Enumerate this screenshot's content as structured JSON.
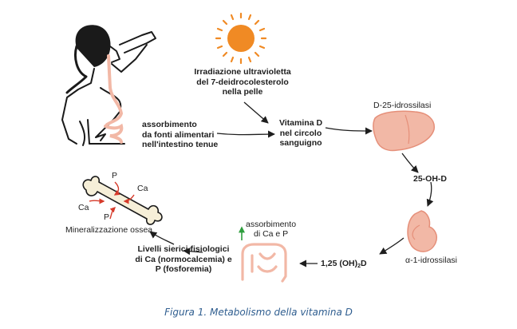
{
  "diagram": {
    "uv_irradiation": [
      "Irradiazione ultravioletta",
      "del 7-deidrocolesterolo",
      "nella pelle"
    ],
    "dietary_absorption": [
      "assorbimento",
      "da fonti alimentari",
      "nell'intestino tenue"
    ],
    "vitamin_d_blood": [
      "Vitamina D",
      "nel circolo",
      "sanguigno"
    ],
    "liver_enzyme": "D-25-idrossilasi",
    "metabolite_25oh": "25-OH-D",
    "kidney_enzyme": "α-1-idrossilasi",
    "metabolite_125oh": {
      "prefix": "1,25 (OH)",
      "sub": "2",
      "suffix": "D"
    },
    "gut_absorption": [
      "assorbimento",
      "di Ca e P"
    ],
    "serum_levels": [
      "Livelli sierici fisiologici",
      "di Ca (normocalcemia) e",
      "P (fosforemia)"
    ],
    "bone_mineralization": "Mineralizzazione ossea",
    "bone_ions": {
      "p_top": "P",
      "ca_right": "Ca",
      "ca_left": "Ca",
      "p_bottom": "P"
    }
  },
  "caption": "Figura 1. Metabolismo della vitamina D",
  "colors": {
    "sun_orange": "#f08a24",
    "organ_pink": "#f2b8a6",
    "arrow_red": "#d63a2a",
    "arrow_green": "#2e9e3e",
    "caption_blue": "#2e5d8f"
  }
}
